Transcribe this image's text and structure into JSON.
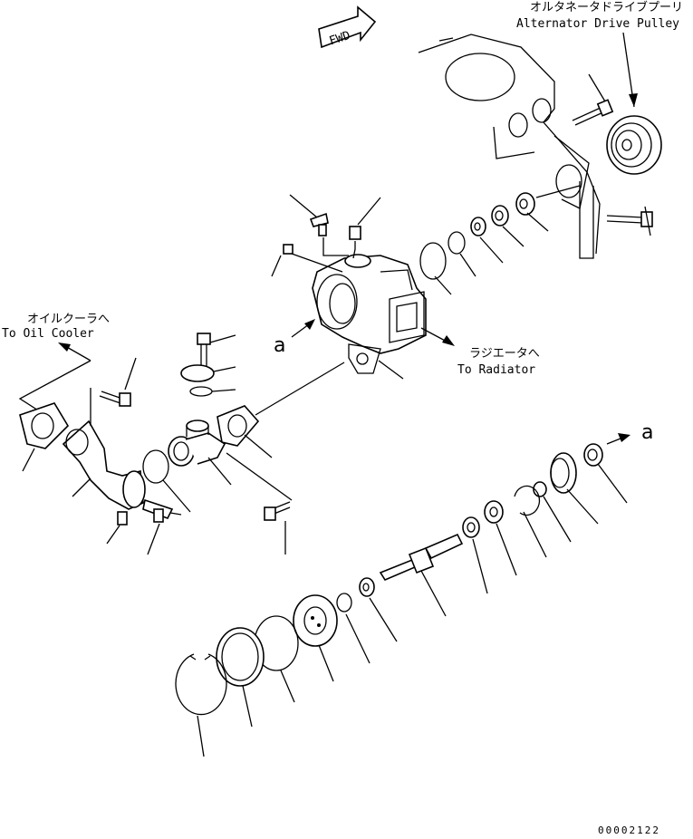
{
  "labels": {
    "alternator_jp": "オルタネータドライブプーリ",
    "alternator_en": "Alternator Drive Pulley",
    "oil_cooler_jp": "オイルクーラへ",
    "oil_cooler_en": "To Oil Cooler",
    "radiator_jp": "ラジエータへ",
    "radiator_en": "To Radiator",
    "fwd": "FWD",
    "view_a_left": "a",
    "view_a_right": "a",
    "drawing_number": "00002122"
  }
}
